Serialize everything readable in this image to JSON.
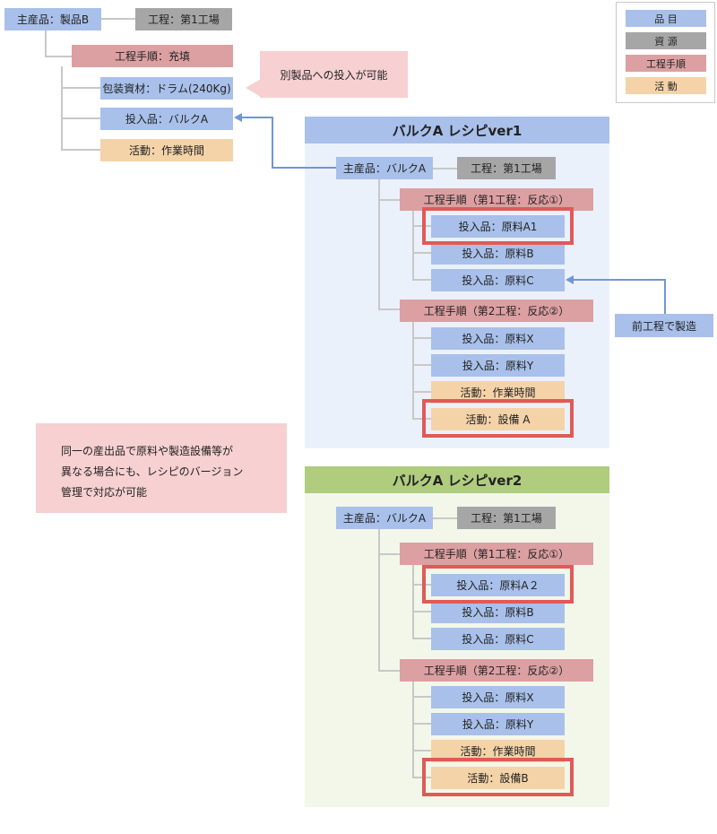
{
  "legend": {
    "item": "品 目",
    "resource": "資 源",
    "process": "工程手順",
    "activity": "活 動"
  },
  "top": {
    "main_product": "主産品：製品B",
    "resource": "工程：第1工場",
    "process": "工程手順：充填",
    "packaging": "包装資材：ドラム(240Kg)",
    "input": "投入品：バルクA",
    "activity": "活動：作業時間",
    "callout": "別製品への投入が可能"
  },
  "recipe1": {
    "title": "バルクA レシピver1",
    "main_product": "主産品：バルクA",
    "resource": "工程：第1工場",
    "step1": "工程手順（第1工程：反応①）",
    "step1_inputs": [
      "投入品：原料A1",
      "投入品：原料B",
      "投入品：原料C"
    ],
    "step2": "工程手順（第2工程：反応②）",
    "step2_inputs": [
      "投入品：原料X",
      "投入品：原料Y"
    ],
    "step2_activities": [
      "活動：作業時間",
      "活動：設備 A"
    ]
  },
  "recipe2": {
    "title": "バルクA レシピver2",
    "main_product": "主産品：バルクA",
    "resource": "工程：第1工場",
    "step1": "工程手順（第1工程：反応①）",
    "step1_inputs": [
      "投入品：原料A２",
      "投入品：原料B",
      "投入品：原料C"
    ],
    "step2": "工程手順（第2工程：反応②）",
    "step2_inputs": [
      "投入品：原料X",
      "投入品：原料Y"
    ],
    "step2_activities": [
      "活動：作業時間",
      "活動：設備B"
    ]
  },
  "prev_process_label": "前工程で製造",
  "note": "同一の産出品で原料や製造設備等が\n異なる場合にも、レシピのバージョン\n管理で対応が可能",
  "colors": {
    "item": "#a8c0ea",
    "resource": "#a6a6a6",
    "process": "#dca0a2",
    "activity": "#f4d3a8",
    "highlight": "#e05a57",
    "arrow": "#7096d6",
    "recipe1_bg": "#ebf1fb",
    "recipe1_head": "#a8c0ea",
    "recipe2_bg": "#f3f7ea",
    "recipe2_head": "#afcc7f",
    "note_bg": "#f7d0d1"
  }
}
